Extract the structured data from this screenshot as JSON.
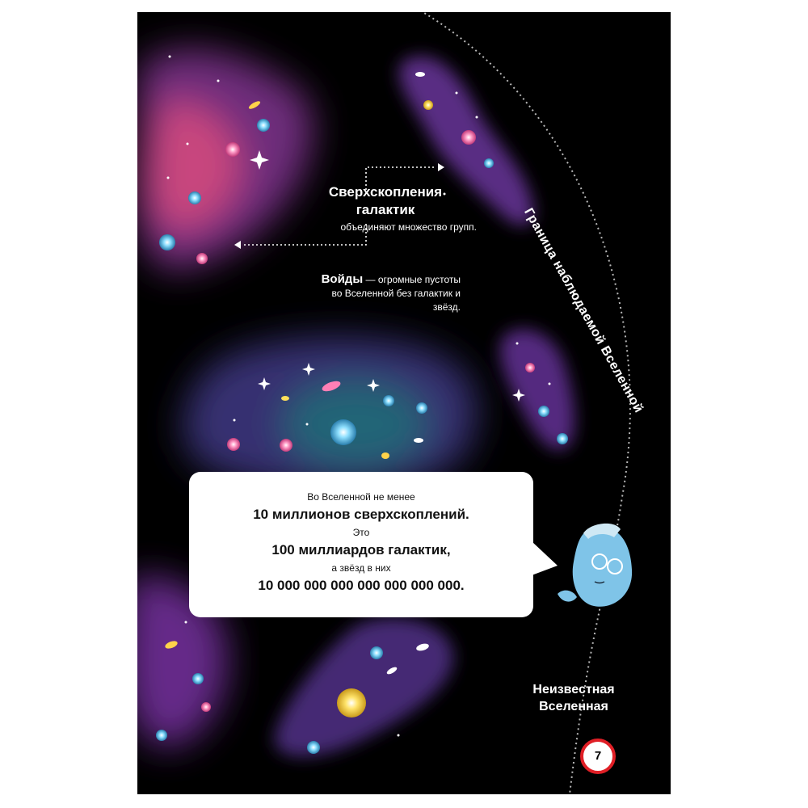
{
  "supercluster": {
    "title": "Сверхскопления галактик",
    "subtitle": "объединяют множество групп."
  },
  "voids": {
    "term": "Войды",
    "description": " — огромные пустоты во Вселенной без галактик и звёзд."
  },
  "observable_border": {
    "label": "Граница наблюдаемой Вселенной"
  },
  "fact_bubble": {
    "line1": "Во Вселенной не менее",
    "line2": "10 миллионов сверхскоплений.",
    "line3": "Это",
    "line4": "100 миллиардов галактик,",
    "line5": "а звёзд в них",
    "line6": "10 000 000 000 000 000 000 000."
  },
  "unknown_universe": {
    "label": "Неизвестная Вселенная"
  },
  "page_number": "7",
  "colors": {
    "background": "#000000",
    "cluster_purple": "#6a2d8f",
    "cluster_pink": "#c2447a",
    "cluster_teal": "#1e5a6a",
    "page_number_ring": "#e01f26",
    "mascot_blue": "#7fc4e8"
  },
  "icons": [
    "spiral-galaxy-icon",
    "elliptical-galaxy-icon",
    "star-sparkle-icon",
    "mascot-character-icon",
    "dotted-arrow-icon"
  ]
}
